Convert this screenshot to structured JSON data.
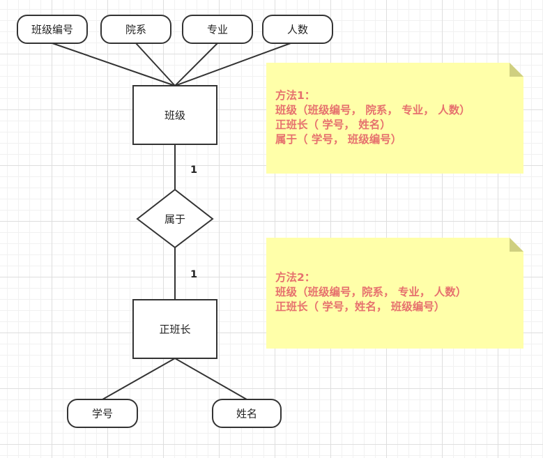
{
  "diagram": {
    "entities": {
      "class": {
        "label": "班级"
      },
      "monitor": {
        "label": "正班长"
      }
    },
    "relationship": {
      "label": "属于"
    },
    "attributes": {
      "class_number": "班级编号",
      "department": "院系",
      "major": "专业",
      "headcount": "人数",
      "student_id": "学号",
      "name": "姓名"
    },
    "cardinality": {
      "class_side": "1",
      "monitor_side": "1"
    }
  },
  "notes": {
    "method1": {
      "lines": [
        "方法1：",
        "班级（班级编号， 院系， 专业， 人数）",
        "正班长（ 学号， 姓名）",
        "属于（ 学号， 班级编号）"
      ]
    },
    "method2": {
      "lines": [
        "方法2：",
        "班级（班级编号，院系， 专业， 人数）",
        "正班长（ 学号，姓名， 班级编号）"
      ]
    }
  },
  "colors": {
    "note_fill": "#ffffa9",
    "note_fold": "#cfcf80",
    "note_text": "#e6716e",
    "stroke": "#333333"
  }
}
